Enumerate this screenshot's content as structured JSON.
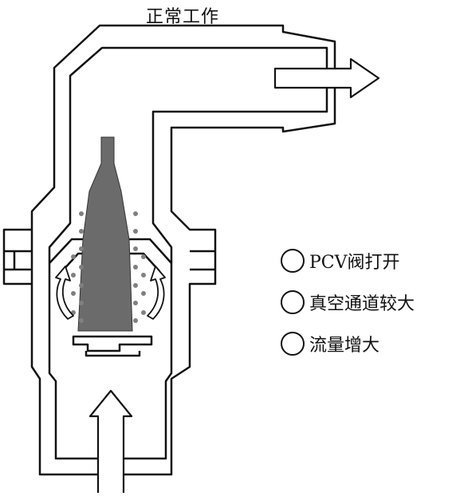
{
  "title": "正常工作",
  "legend": [
    {
      "label": "PCV阀打开"
    },
    {
      "label": "真空通道较大"
    },
    {
      "label": "流量增大"
    }
  ],
  "colors": {
    "outline": "#111111",
    "plunger": "#6b6b6b",
    "spring": "#808080"
  }
}
